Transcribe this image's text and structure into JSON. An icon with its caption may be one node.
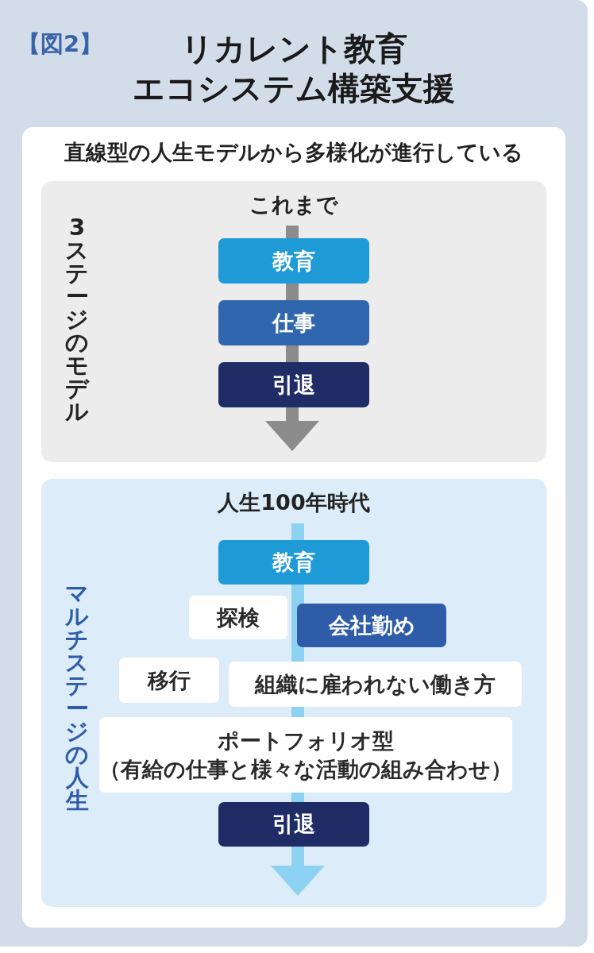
{
  "diagram": {
    "title": "リカレント教育エコシステム構築支援",
    "nodes": [
      {
        "text": [
          "直線型の人生モデルから多様化が進行している"
        ]
      },
      {
        "text": [
          "これまで",
          "3ステージのモデル"
        ],
        "in": 0
      },
      {
        "text": [
          "教育"
        ],
        "in": 1
      },
      {
        "text": [
          "仕事"
        ],
        "in": 1
      },
      {
        "text": [
          "引退"
        ],
        "in": 1
      },
      {
        "text": [
          "人生100年時代",
          "マルチステージの人生"
        ],
        "in": 0
      },
      {
        "text": [
          "教育"
        ],
        "in": 5
      },
      {
        "text": [
          "探検"
        ],
        "in": 5
      },
      {
        "text": [
          "会社勤め"
        ],
        "in": 5
      },
      {
        "text": [
          "移行"
        ],
        "in": 5
      },
      {
        "text": [
          "組織に雇われない働き方"
        ],
        "in": 5
      },
      {
        "text": [
          "ポートフォリオ型",
          "（有給の仕事と様々な活動の組み合わせ）"
        ],
        "in": 5
      },
      {
        "text": [
          "引退"
        ],
        "in": 5
      }
    ],
    "edges": [],
    "labels": [
      "【図2】"
    ]
  }
}
